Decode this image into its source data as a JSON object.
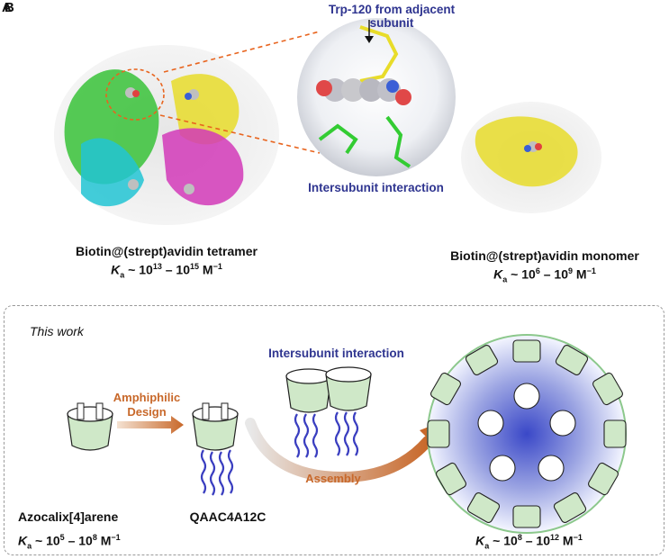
{
  "panel_labels": {
    "a": "A",
    "b": "B"
  },
  "top": {
    "callout_top": "Trp-120 from adjacent subunit",
    "callout_bottom": "Intersubunit interaction",
    "tetramer": {
      "label": "Biotin@(strept)avidin tetramer",
      "ka_symbol": "K",
      "ka_sub": "a",
      "ka_rest": " ~ 10",
      "exp1": "13",
      "mid": " – 10",
      "exp2": "15",
      "unit": " M",
      "unit_exp": "−1"
    },
    "monomer": {
      "label": "Biotin@(strept)avidin monomer",
      "ka_symbol": "K",
      "ka_sub": "a",
      "ka_rest": " ~ 10",
      "exp1": "6",
      "mid": " – 10",
      "exp2": "9",
      "unit": " M",
      "unit_exp": "−1"
    }
  },
  "bottom": {
    "this_work": "This work",
    "amphiphilic_line1": "Amphiphilic",
    "amphiphilic_line2": "Design",
    "intersubunit": "Intersubunit interaction",
    "assembly": "Assembly",
    "azocalix": {
      "label": "Azocalix[4]arene",
      "ka_symbol": "K",
      "ka_sub": "a",
      "ka_rest": " ~ 10",
      "exp1": "5",
      "mid": " – 10",
      "exp2": "8",
      "unit": " M",
      "unit_exp": "−1"
    },
    "qaac": {
      "label": "QAAC4A12C"
    },
    "assembly_ka": {
      "ka_symbol": "K",
      "ka_sub": "a",
      "ka_rest": " ~ 10",
      "exp1": "8",
      "mid": " – 10",
      "exp2": "12",
      "unit": " M",
      "unit_exp": "−1"
    }
  },
  "colors": {
    "blue": "#2f3590",
    "orange": "#c8682a",
    "green": "#33cc33",
    "cyan": "#22c4d4",
    "magenta": "#d23ab8",
    "yellow": "#e8dc2a",
    "cup": "#cfe8c8"
  }
}
